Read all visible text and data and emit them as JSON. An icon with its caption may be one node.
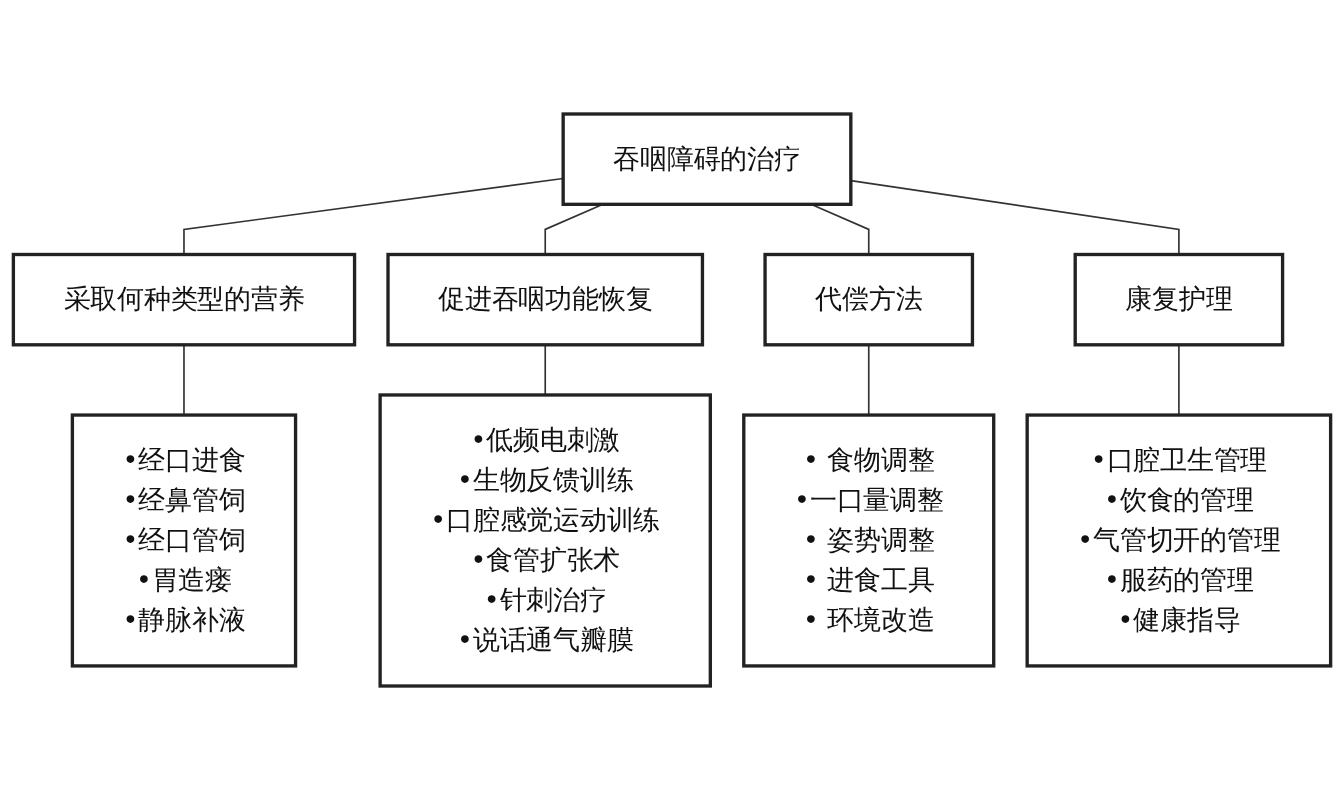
{
  "diagram": {
    "nodes": [
      {
        "text": [
          "吞咽障碍的治疗"
        ]
      },
      {
        "text": [
          "采取何种类型的营养"
        ]
      },
      {
        "text": [
          "促进吞咽功能恢复"
        ]
      },
      {
        "text": [
          "代偿方法"
        ]
      },
      {
        "text": [
          "康复护理"
        ]
      },
      {
        "text": [
          "•经口进食",
          "•经鼻管饲",
          "•经口管饲",
          "•胃造瘘",
          "•静脉补液"
        ]
      },
      {
        "text": [
          "•低频电刺激",
          "•生物反馈训练",
          "•口腔感觉运动训练",
          "•食管扩张术",
          "•针刺治疗",
          "•说话通气瓣膜"
        ]
      },
      {
        "text": [
          "• 食物调整",
          "•一口量调整",
          "• 姿势调整",
          "• 进食工具",
          "• 环境改造"
        ]
      },
      {
        "text": [
          "•口腔卫生管理",
          "•饮食的管理",
          "•气管切开的管理",
          "•服药的管理",
          "•健康指导"
        ]
      }
    ],
    "edges": [
      {
        "from": 0,
        "to": 1,
        "arrow": "none"
      },
      {
        "from": 0,
        "to": 2,
        "arrow": "none"
      },
      {
        "from": 0,
        "to": 3,
        "arrow": "none"
      },
      {
        "from": 0,
        "to": 4,
        "arrow": "none"
      },
      {
        "from": 1,
        "to": 5,
        "arrow": "none"
      },
      {
        "from": 2,
        "to": 6,
        "arrow": "none"
      },
      {
        "from": 3,
        "to": 7,
        "arrow": "none"
      },
      {
        "from": 4,
        "to": 8,
        "arrow": "none"
      }
    ]
  }
}
